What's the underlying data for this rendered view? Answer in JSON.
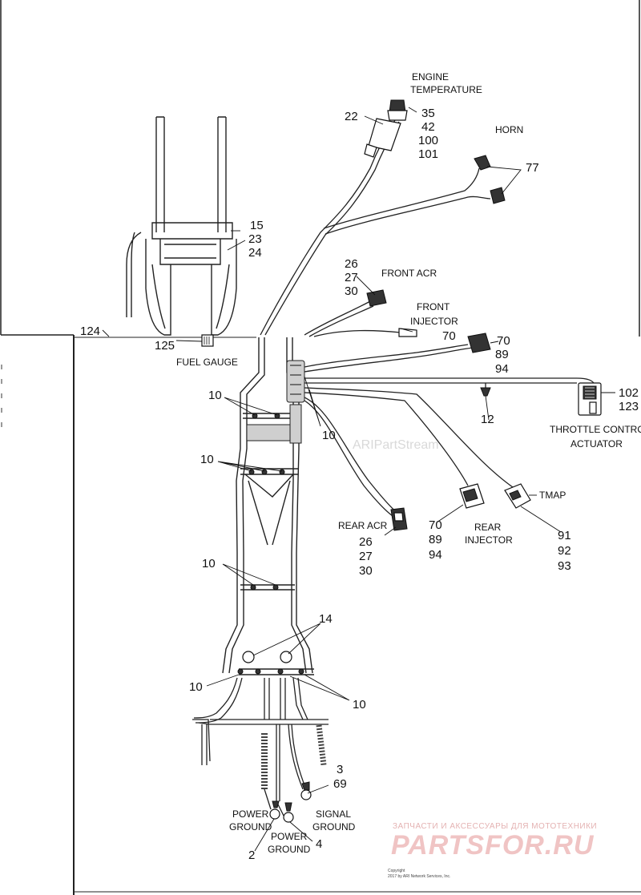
{
  "labels": {
    "engine_temperature_1": "ENGINE",
    "engine_temperature_2": "TEMPERATURE",
    "horn": "HORN",
    "front_acr": "FRONT ACR",
    "front_injector_1": "FRONT",
    "front_injector_2": "INJECTOR",
    "fuel_gauge": "FUEL GAUGE",
    "throttle_1": "THROTTLE CONTROL",
    "throttle_2": "ACTUATOR",
    "tmap": "TMAP",
    "rear_acr": "REAR ACR",
    "rear_injector_1": "REAR",
    "rear_injector_2": "INJECTOR",
    "power_ground_a1": "POWER",
    "power_ground_a2": "GROUND",
    "power_ground_b1": "POWER",
    "power_ground_b2": "GROUND",
    "signal_ground_1": "SIGNAL",
    "signal_ground_2": "GROUND"
  },
  "callouts": {
    "n22": "22",
    "n35": "35",
    "n42": "42",
    "n100": "100",
    "n101": "101",
    "n77": "77",
    "n15": "15",
    "n23": "23",
    "n24": "24",
    "n26a": "26",
    "n27a": "27",
    "n30a": "30",
    "n124": "124",
    "n125": "125",
    "n70a": "70",
    "n70b": "70",
    "n89a": "89",
    "n94a": "94",
    "n102": "102",
    "n123": "123",
    "n12": "12",
    "n10a": "10",
    "n10b": "10",
    "n10c": "10",
    "n10d": "10",
    "n10e": "10",
    "n10f": "10",
    "n70c": "70",
    "n89b": "89",
    "n94b": "94",
    "n26b": "26",
    "n27b": "27",
    "n30b": "30",
    "n91": "91",
    "n92": "92",
    "n93": "93",
    "n14": "14",
    "n3": "3",
    "n69": "69",
    "n2": "2",
    "n4": "4"
  },
  "watermark": "ARIPartStream",
  "copyright_1": "Copyright",
  "copyright_2": "2017 by ARI Network Services, Inc.",
  "brand": {
    "tagline": "ЗАПЧАСТИ И АКСЕССУАРЫ ДЛЯ МОТОТЕХНИКИ",
    "name": "PARTSFOR.RU"
  }
}
